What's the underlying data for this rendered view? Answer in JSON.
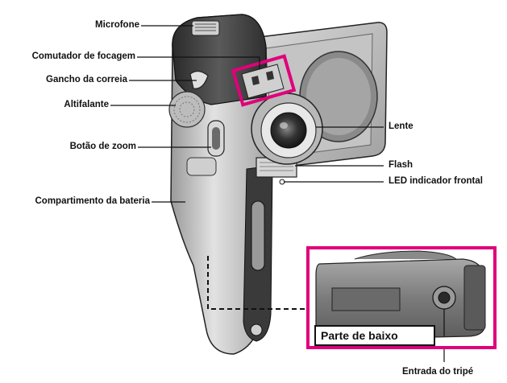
{
  "labels": {
    "microfone": "Microfone",
    "comutador": "Comutador de focagem",
    "gancho": "Gancho da correia",
    "altifalante": "Altifalante",
    "zoom": "Botão de zoom",
    "bateria": "Compartimento da bateria",
    "lente": "Lente",
    "flash": "Flash",
    "led": "LED indicador frontal",
    "tripe": "Entrada do tripé"
  },
  "inset": {
    "title": "Parte de baixo"
  },
  "colors": {
    "highlight": "#e0007a",
    "line": "#111111"
  }
}
